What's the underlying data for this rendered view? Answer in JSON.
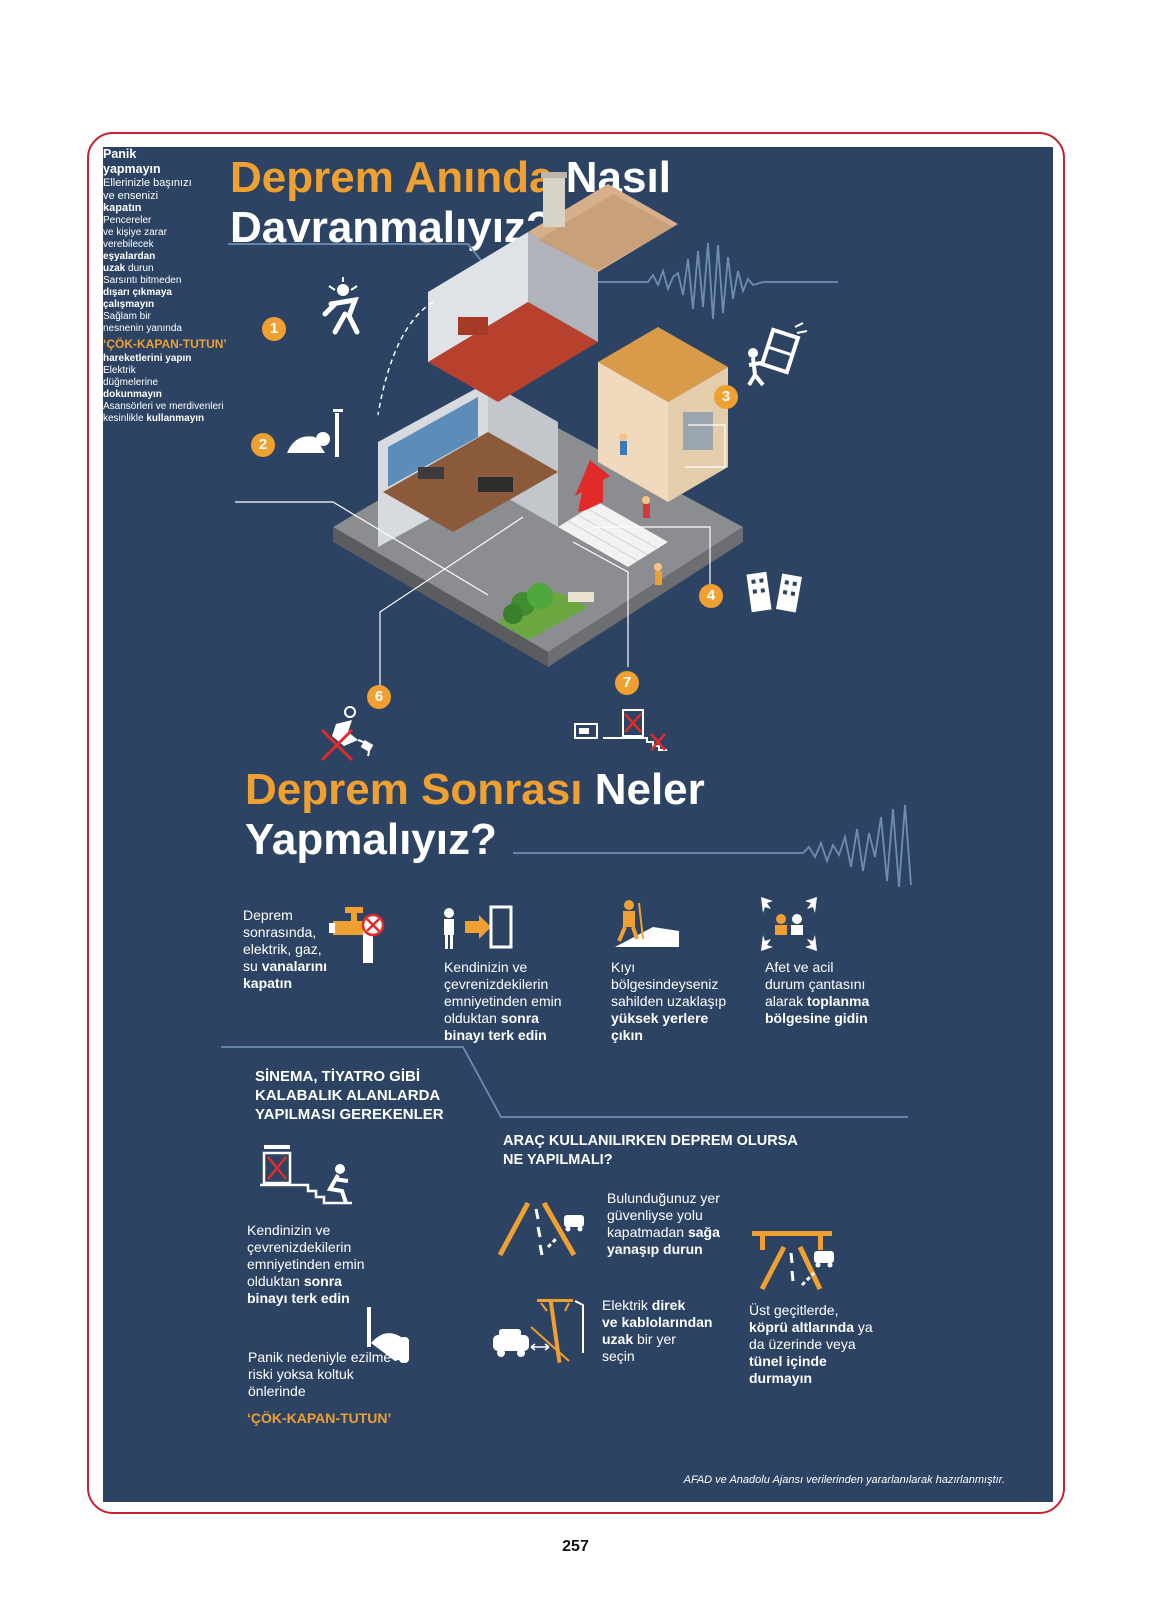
{
  "title1": {
    "orange": "Deprem Anında",
    "white1": "Nasıl",
    "white2": "Davranmalıyız?"
  },
  "during": {
    "i1": {
      "num": "1",
      "l1": "Panik",
      "l2": "yapmayın"
    },
    "i2": {
      "num": "2",
      "l1": "Ellerinizle başınızı",
      "l2": "ve ensenizi",
      "bold": "kapatın"
    },
    "i3": {
      "num": "3",
      "l1": "Pencereler",
      "l2": "ve kişiye zarar",
      "l3": "verebilecek",
      "bold": "eşyalardan",
      "bold2": "uzak",
      "tail": "durun"
    },
    "i4": {
      "num": "4",
      "l1": "Sarsıntı bitmeden",
      "bold1": "dışarı çıkmaya",
      "bold2": "çalışmayın"
    },
    "i5": {
      "l1": "Sağlam bir",
      "l2": "nesnenin yanında",
      "orange": "‘ÇÖK-KAPAN-TUTUN’",
      "bold": "hareketlerini yapın"
    },
    "i6": {
      "num": "6",
      "l1": "Elektrik",
      "l2": "düğmelerine",
      "bold": "dokunmayın"
    },
    "i7": {
      "num": "7",
      "l1": "Asansörleri ve merdivenleri",
      "l2": "kesinlikle",
      "bold": "kullanmayın"
    }
  },
  "title2": {
    "orange": "Deprem Sonrası",
    "white1": "Neler",
    "white2": "Yapmalıyız?"
  },
  "after": {
    "a1": {
      "l1": "Deprem",
      "l2": "sonrasında,",
      "l3": "elektrik, gaz,",
      "l4": "su",
      "bold1": "vanalarını",
      "bold2": "kapatın"
    },
    "a2": {
      "l1": "Kendinizin ve",
      "l2": "çevrenizdekilerin",
      "l3": "emniyetinden emin",
      "l4": "olduktan",
      "bold1": "sonra",
      "bold2": "binayı terk edin"
    },
    "a3": {
      "l1": "Kıyı",
      "l2": "bölgesindeyseniz",
      "l3": "sahilden uzaklaşıp",
      "bold1": "yüksek yerlere",
      "bold2": "çıkın"
    },
    "a4": {
      "l1": "Afet ve acil",
      "l2": "durum çantasını",
      "l3": "alarak",
      "bold1": "toplanma",
      "bold2": "bölgesine gidin"
    }
  },
  "cinema": {
    "head1": "SİNEMA, TİYATRO GİBİ",
    "head2": "KALABALIK ALANLARDA",
    "head3": "YAPILMASI GEREKENLER",
    "c1": {
      "l1": "Kendinizin ve",
      "l2": "çevrenizdekilerin",
      "l3": "emniyetinden emin",
      "l4": "olduktan",
      "bold1": "sonra",
      "bold2": "binayı terk edin"
    },
    "c2": {
      "l1": "Panik nedeniyle ezilme",
      "l2": "riski yoksa koltuk",
      "l3": "önlerinde",
      "orange": "‘ÇÖK-KAPAN-TUTUN’"
    }
  },
  "vehicle": {
    "head1": "ARAÇ KULLANILIRKEN DEPREM OLURSA",
    "head2": "NE YAPILMALI?",
    "v1": {
      "l1": "Bulunduğunuz yer",
      "l2": "güvenliyse yolu",
      "l3": "kapatmadan",
      "bold1": "sağa",
      "bold2": "yanaşıp durun"
    },
    "v2": {
      "l1": "Elektrik",
      "bold1": "direk",
      "bold2": "ve kablolarından",
      "bold3": "uzak",
      "l2": "bir yer",
      "l3": "seçin"
    },
    "v3": {
      "l1": "Üst geçitlerde,",
      "bold1": "köprü altlarında",
      "l2": "ya",
      "l3": "da üzerinde veya",
      "bold2": "tünel içinde",
      "bold3": "durmayın"
    }
  },
  "credit": "AFAD ve Anadolu Ajansı verilerinden yararlanılarak hazırlanmıştır.",
  "page_number": "257",
  "colors": {
    "panel": "#2c4363",
    "accent": "#f0a030",
    "frame": "#c8202f"
  }
}
